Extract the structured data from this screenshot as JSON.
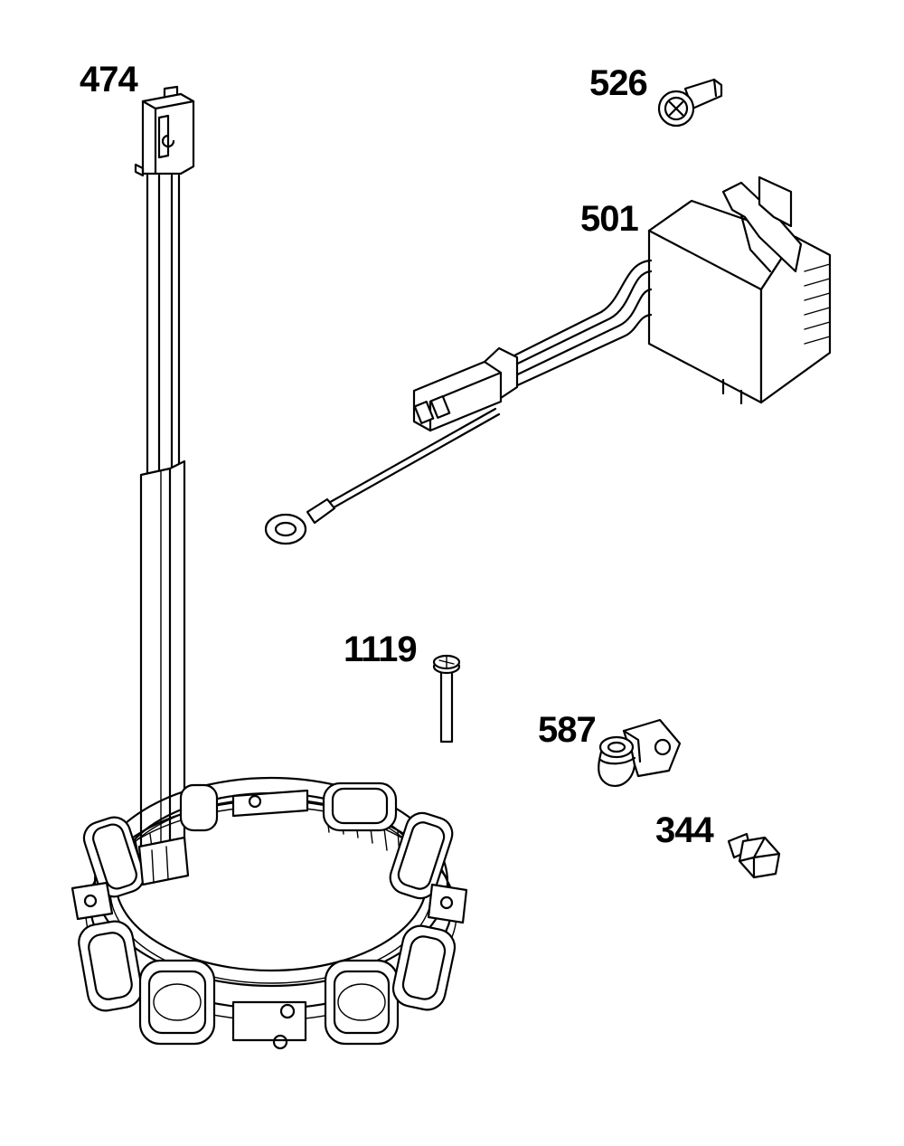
{
  "diagram": {
    "callouts": [
      {
        "id": "474",
        "label": "474"
      },
      {
        "id": "526",
        "label": "526"
      },
      {
        "id": "501",
        "label": "501"
      },
      {
        "id": "1119",
        "label": "1119"
      },
      {
        "id": "587",
        "label": "587"
      },
      {
        "id": "344",
        "label": "344"
      }
    ]
  }
}
